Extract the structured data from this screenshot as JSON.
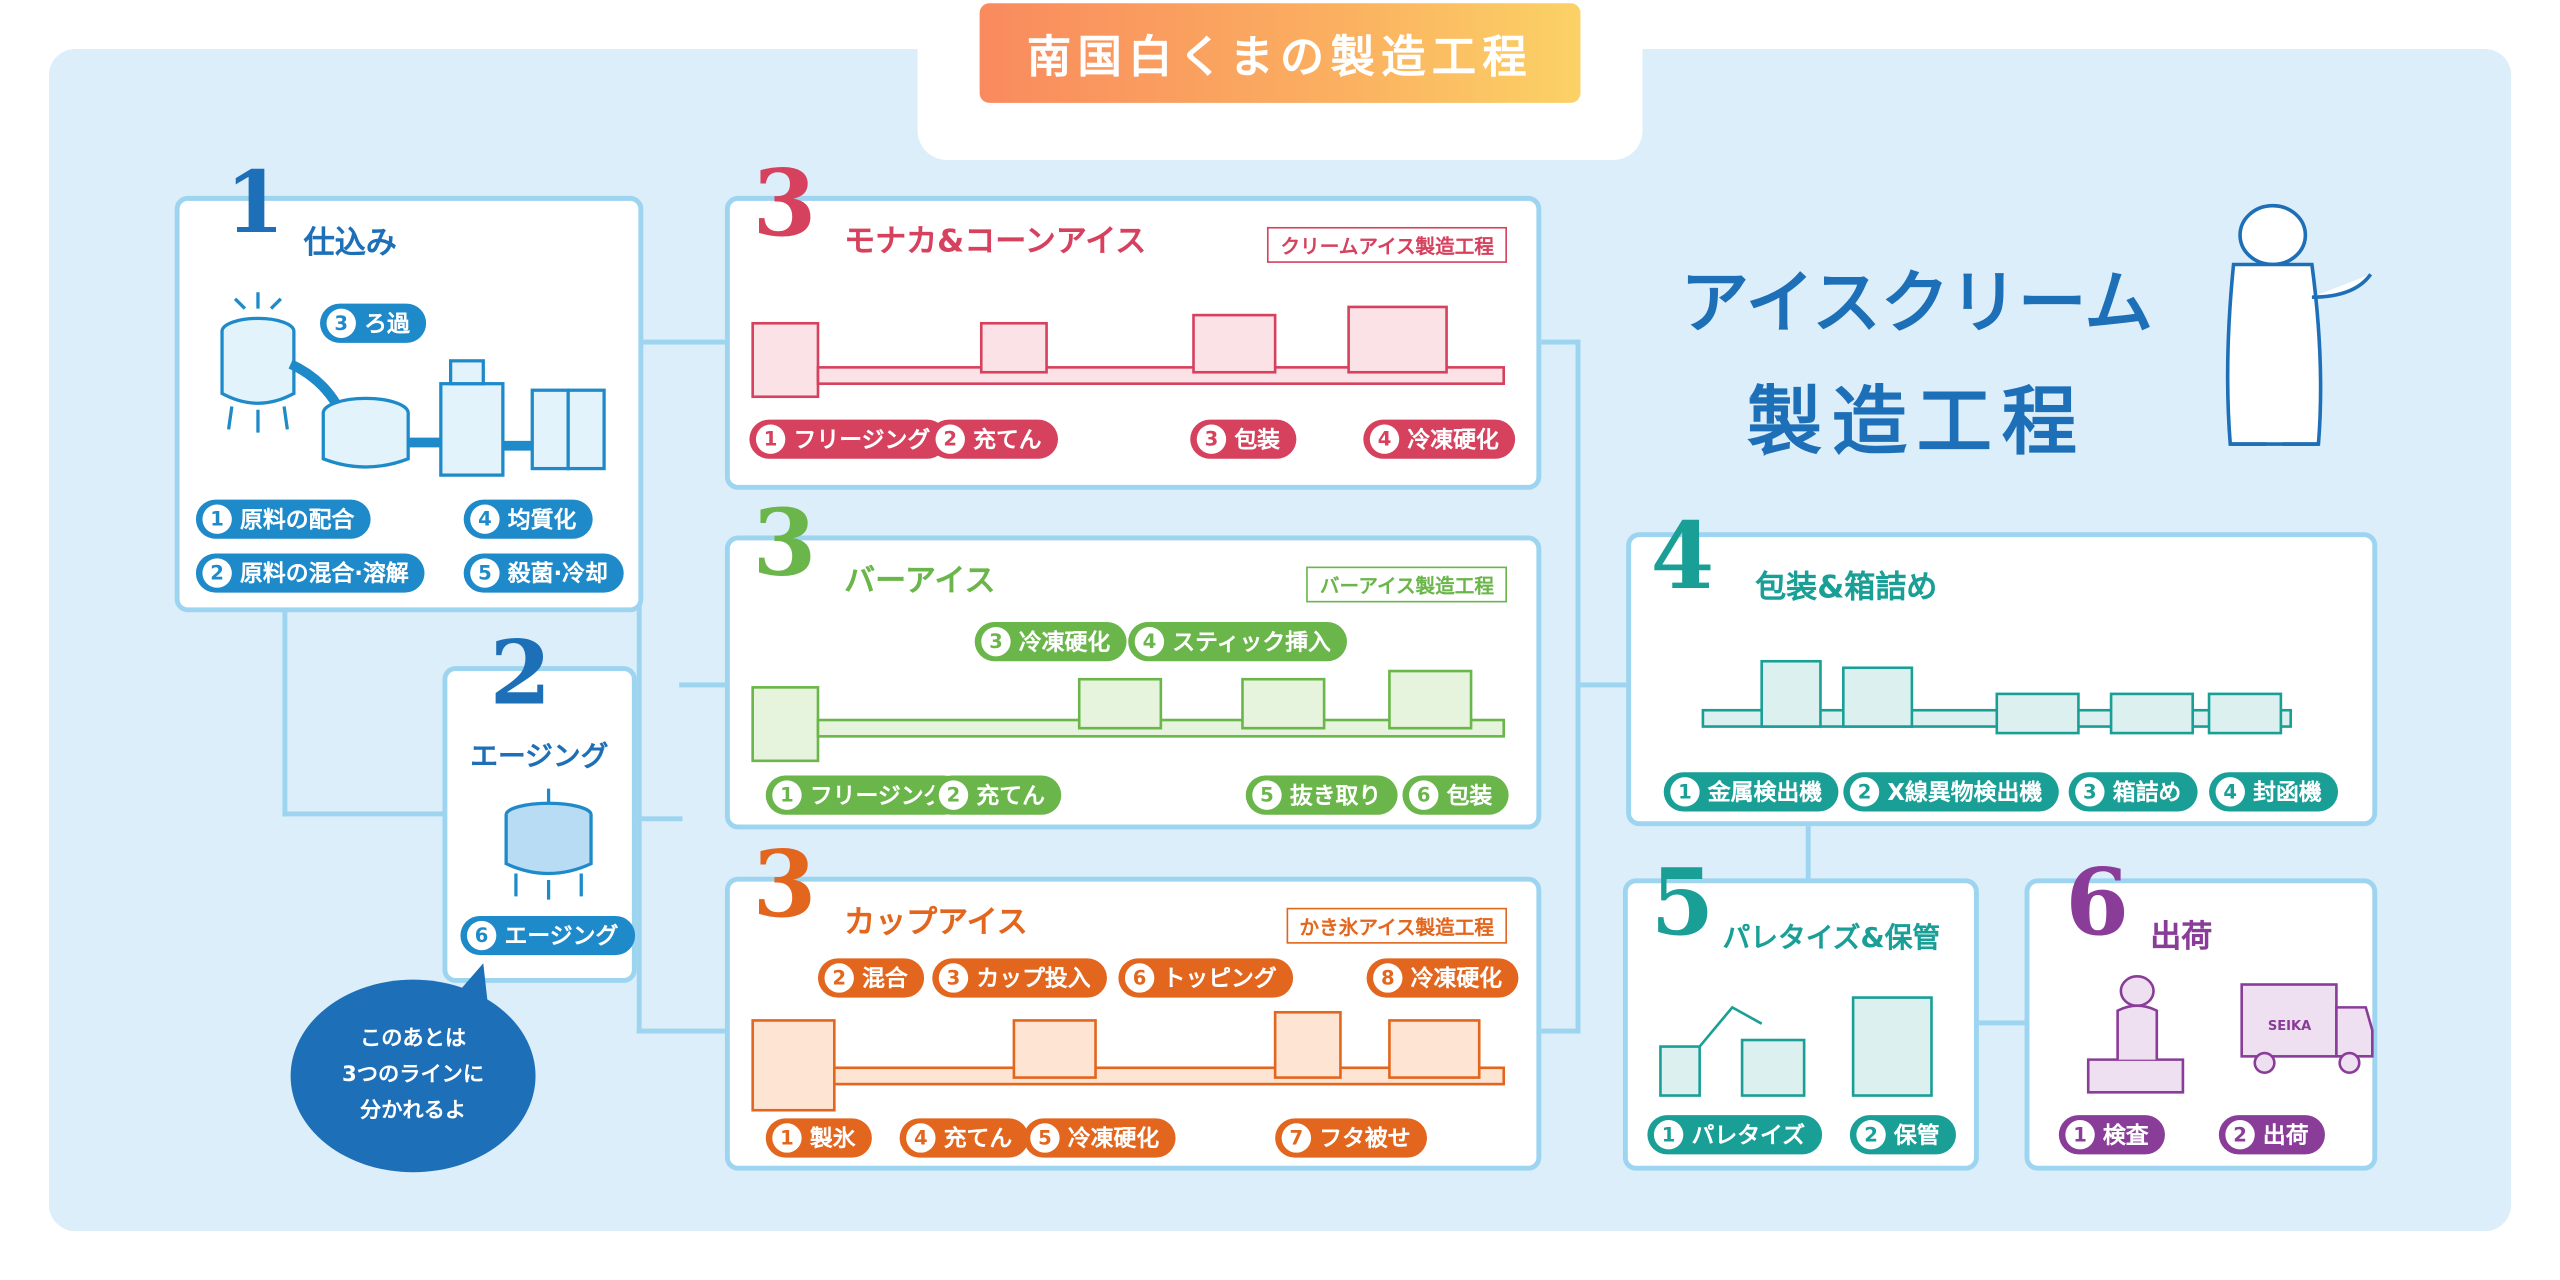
{
  "header": {
    "title": "南国白くまの製造工程"
  },
  "hero": {
    "line1": "アイスクリーム",
    "line2": "製造工程"
  },
  "bubble": {
    "line1": "このあとは",
    "line2": "3つのラインに",
    "line3": "分かれるよ"
  },
  "step1": {
    "number": "1",
    "title": "仕込み",
    "items": [
      {
        "n": "3",
        "label": "ろ過"
      },
      {
        "n": "1",
        "label": "原料の配合"
      },
      {
        "n": "2",
        "label": "原料の混合·溶解"
      },
      {
        "n": "4",
        "label": "均質化"
      },
      {
        "n": "5",
        "label": "殺菌·冷却"
      }
    ]
  },
  "step2": {
    "number": "2",
    "title": "エージング",
    "items": [
      {
        "n": "6",
        "label": "エージング"
      }
    ]
  },
  "monaka": {
    "number": "3",
    "title": "モナカ&コーンアイス",
    "tag": "クリームアイス製造工程",
    "items": [
      {
        "n": "1",
        "label": "フリージング"
      },
      {
        "n": "2",
        "label": "充てん"
      },
      {
        "n": "3",
        "label": "包装"
      },
      {
        "n": "4",
        "label": "冷凍硬化"
      }
    ]
  },
  "bar": {
    "number": "3",
    "title": "バーアイス",
    "tag": "バーアイス製造工程",
    "items": [
      {
        "n": "3",
        "label": "冷凍硬化"
      },
      {
        "n": "4",
        "label": "スティック挿入"
      },
      {
        "n": "1",
        "label": "フリージング"
      },
      {
        "n": "2",
        "label": "充てん"
      },
      {
        "n": "5",
        "label": "抜き取り"
      },
      {
        "n": "6",
        "label": "包装"
      }
    ]
  },
  "cup": {
    "number": "3",
    "title": "カップアイス",
    "tag": "かき氷アイス製造工程",
    "items": [
      {
        "n": "2",
        "label": "混合"
      },
      {
        "n": "3",
        "label": "カップ投入"
      },
      {
        "n": "6",
        "label": "トッピング"
      },
      {
        "n": "8",
        "label": "冷凍硬化"
      },
      {
        "n": "1",
        "label": "製氷"
      },
      {
        "n": "4",
        "label": "充てん"
      },
      {
        "n": "5",
        "label": "冷凍硬化"
      },
      {
        "n": "7",
        "label": "フタ被せ"
      }
    ]
  },
  "step4": {
    "number": "4",
    "title": "包装&箱詰め",
    "items": [
      {
        "n": "1",
        "label": "金属検出機"
      },
      {
        "n": "2",
        "label": "X線異物検出機"
      },
      {
        "n": "3",
        "label": "箱詰め"
      },
      {
        "n": "4",
        "label": "封函機"
      }
    ]
  },
  "step5": {
    "number": "5",
    "title": "パレタイズ&保管",
    "items": [
      {
        "n": "1",
        "label": "パレタイズ"
      },
      {
        "n": "2",
        "label": "保管"
      }
    ]
  },
  "step6": {
    "number": "6",
    "title": "出荷",
    "items": [
      {
        "n": "1",
        "label": "検査"
      },
      {
        "n": "2",
        "label": "出荷"
      }
    ]
  },
  "truck": {
    "brand": "SEIKA"
  },
  "colors": {
    "blue": "#1e8ac9",
    "navy": "#1d6fb7",
    "pink": "#d6415e",
    "green": "#6ab64a",
    "orange": "#e3661e",
    "teal": "#1a9f97",
    "purple": "#8a3d98",
    "border": "#9dd4f0",
    "bg": "#dbeefa"
  }
}
